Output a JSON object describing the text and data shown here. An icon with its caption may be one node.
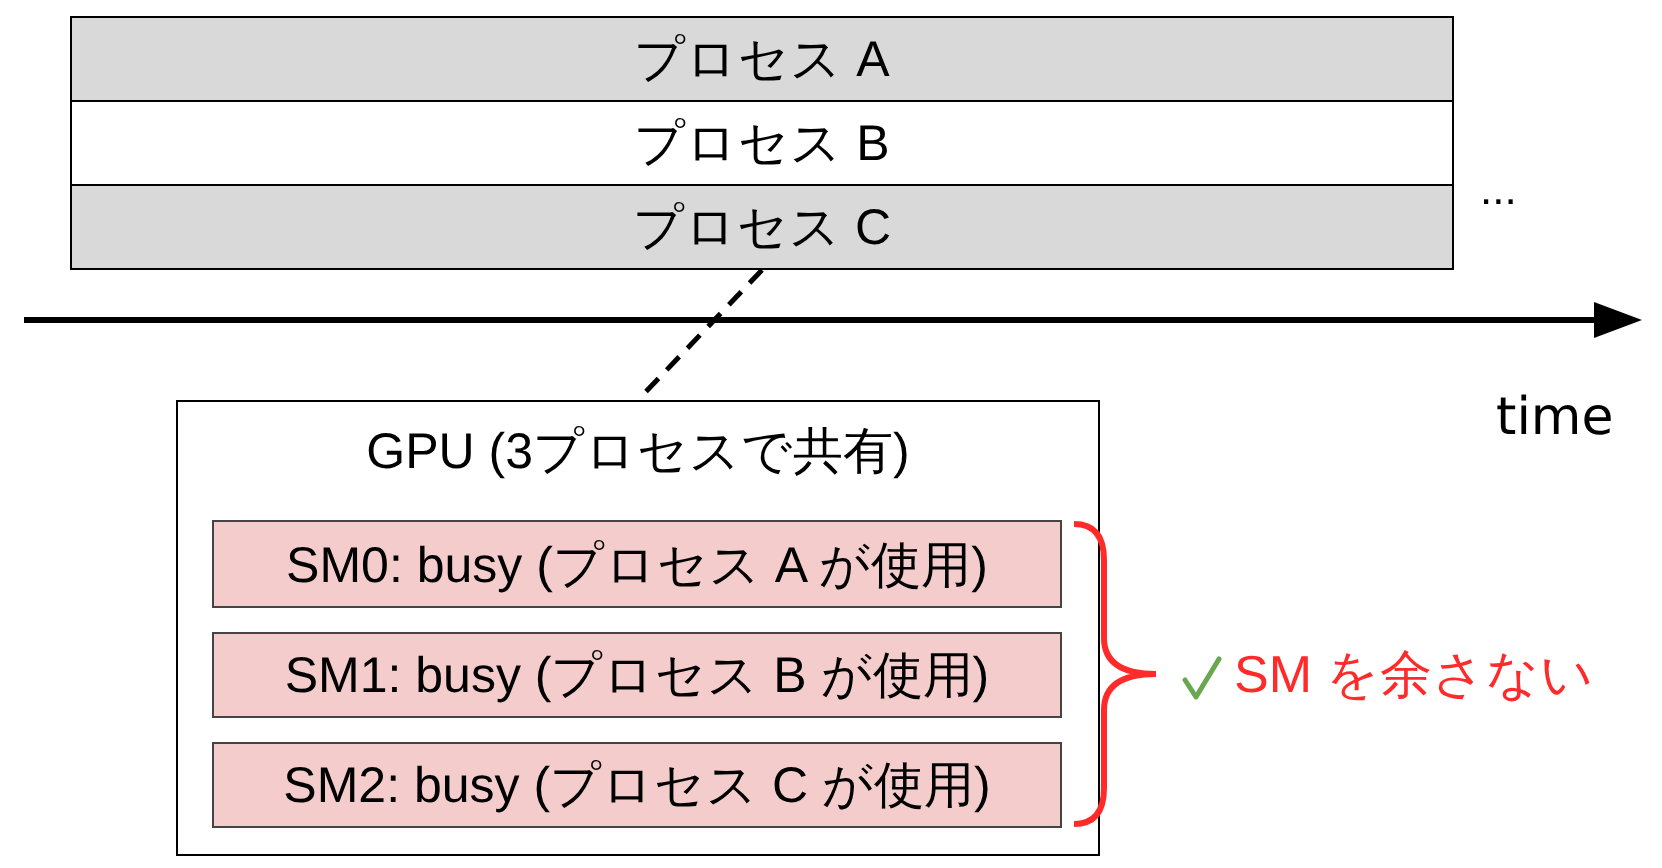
{
  "diagram": {
    "nodes": [
      {
        "text": [
          "プロセス A"
        ]
      },
      {
        "text": [
          "プロセス B"
        ]
      },
      {
        "text": [
          "プロセス C"
        ]
      },
      {
        "text": [
          "GPU (3プロセスで共有)"
        ]
      },
      {
        "text": [
          "SM0: busy (プロセス A が使用)"
        ],
        "in": 3
      },
      {
        "text": [
          "SM1: busy (プロセス B が使用)"
        ],
        "in": 3
      },
      {
        "text": [
          "SM2: busy (プロセス C が使用)"
        ],
        "in": 3
      }
    ],
    "edges": [
      {
        "from": 2,
        "to": 3,
        "arrow": "none",
        "style": "dashed"
      }
    ],
    "labels": [
      "...",
      "time",
      "SM を余さない"
    ]
  }
}
